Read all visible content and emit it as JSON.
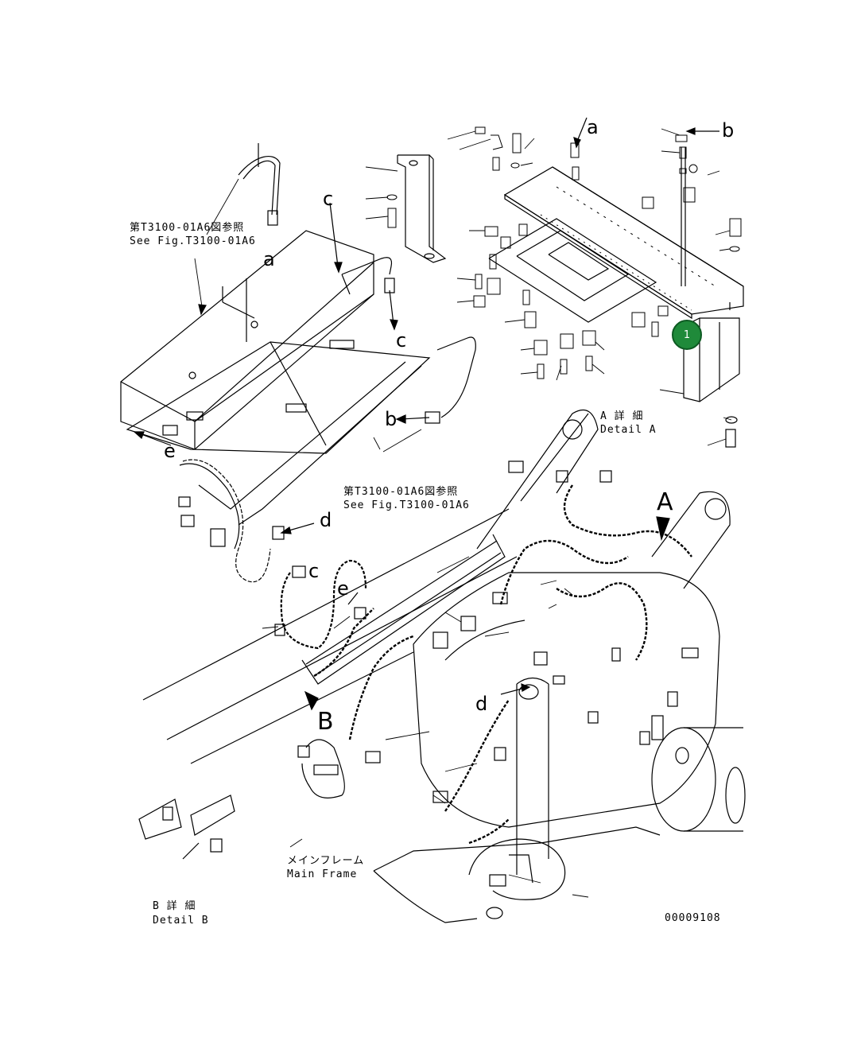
{
  "ref_t3100_upper": {
    "jp": "第T3100-01A6図参照",
    "en": "See Fig.T3100-01A6"
  },
  "ref_t3100_lower": {
    "jp": "第T3100-01A6図参照",
    "en": "See Fig.T3100-01A6"
  },
  "detail_a": {
    "jp": "A 詳 細",
    "en": "Detail A"
  },
  "detail_b": {
    "jp": "B 詳 細",
    "en": "Detail B"
  },
  "main_frame": {
    "jp": "メインフレーム",
    "en": "Main Frame"
  },
  "view_letters": {
    "A": "A",
    "B": "B"
  },
  "connection_letters": {
    "a_top": "a",
    "a_left": "a",
    "b_top": "b",
    "b_mid": "b",
    "c_left": "c",
    "c_mid": "c",
    "c_low": "c",
    "d_right": "d",
    "d_low": "d",
    "e_left": "e",
    "e_mid": "e"
  },
  "part_number": "00009108",
  "callout": {
    "number": "1",
    "color": "#1f8a3a"
  }
}
